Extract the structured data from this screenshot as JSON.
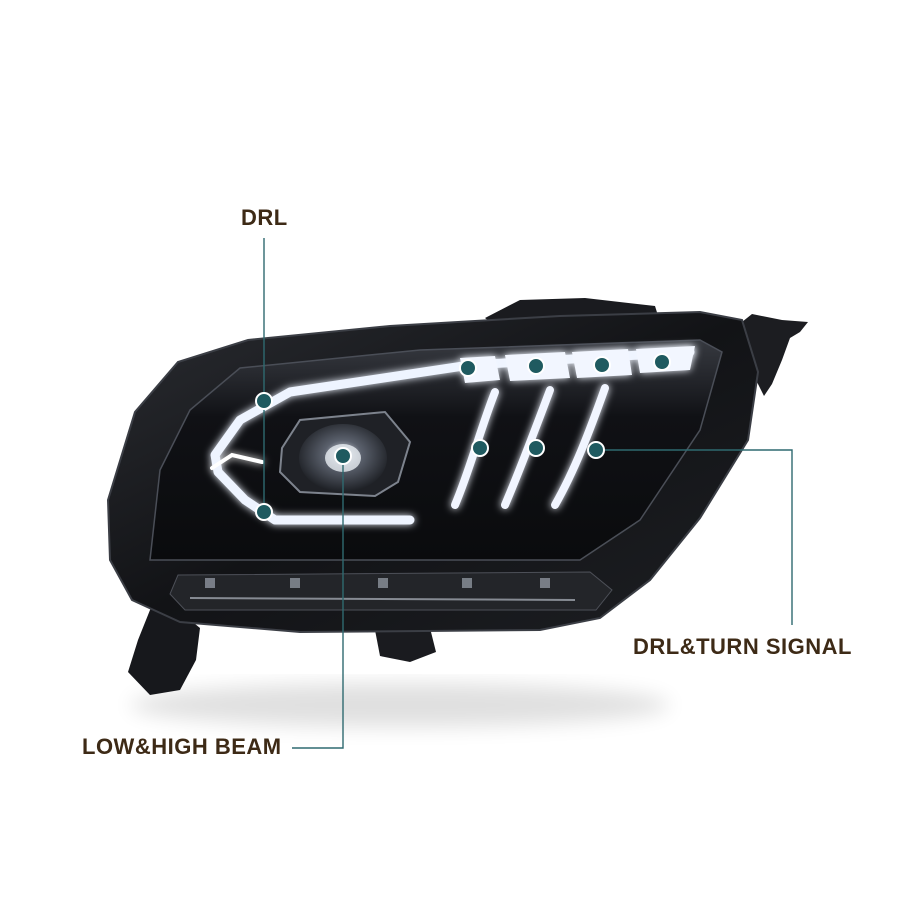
{
  "callouts": {
    "drl": "DRL",
    "drl_turn_signal": "DRL&TURN SIGNAL",
    "low_high_beam": "LOW&HIGH BEAM"
  },
  "colors": {
    "background": "#ffffff",
    "label_text": "#3d2a16",
    "leader_line": "#2f6a70",
    "marker_dot": "#1f5a60",
    "housing": "#141518",
    "led_glow": "#eef4ff"
  }
}
